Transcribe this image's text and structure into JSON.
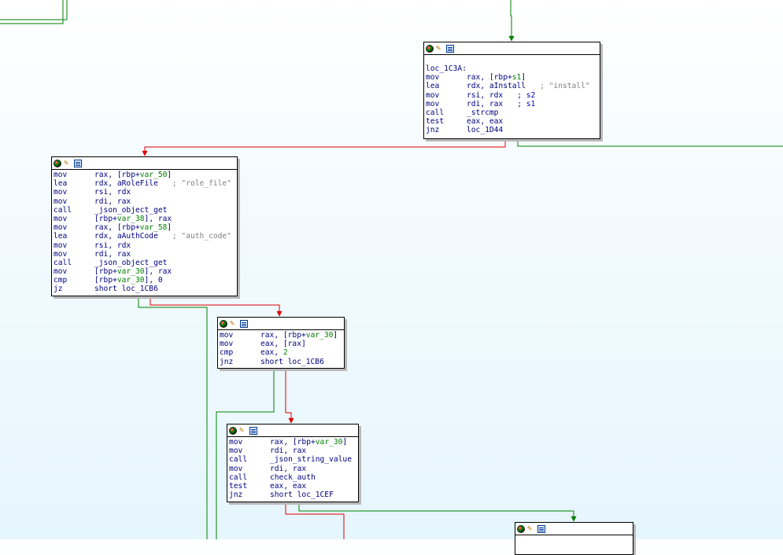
{
  "blocks": [
    {
      "id": "loc_1C3A",
      "label": "loc_1C3A:",
      "lines": [
        {
          "m": "mov",
          "o": [
            [
              "rax, [rbp+",
              ""
            ],
            [
              "s1",
              "v"
            ],
            [
              "]",
              ""
            ]
          ],
          "c": ""
        },
        {
          "m": "lea",
          "o": [
            [
              "rdx, aInstall",
              ""
            ]
          ],
          "c": "; \"install\""
        },
        {
          "m": "mov",
          "o": [
            [
              "rsi, rdx",
              ""
            ]
          ],
          "c": "; s2",
          "cblue": true
        },
        {
          "m": "mov",
          "o": [
            [
              "rdi, rax",
              ""
            ]
          ],
          "c": "; s1",
          "cblue": true
        },
        {
          "m": "call",
          "o": [
            [
              "_strcmp",
              ""
            ]
          ],
          "c": ""
        },
        {
          "m": "test",
          "o": [
            [
              "eax, eax",
              ""
            ]
          ],
          "c": ""
        },
        {
          "m": "jnz",
          "o": [
            [
              "loc_1D44",
              ""
            ]
          ],
          "c": ""
        }
      ]
    },
    {
      "id": "block_role_file",
      "label": "",
      "lines": [
        {
          "m": "mov",
          "o": [
            [
              "rax, [rbp+",
              ""
            ],
            [
              "var_50",
              "v"
            ],
            [
              "]",
              ""
            ]
          ],
          "c": ""
        },
        {
          "m": "lea",
          "o": [
            [
              "rdx, aRoleFile",
              ""
            ]
          ],
          "c": "; \"role_file\""
        },
        {
          "m": "mov",
          "o": [
            [
              "rsi, rdx",
              ""
            ]
          ],
          "c": ""
        },
        {
          "m": "mov",
          "o": [
            [
              "rdi, rax",
              ""
            ]
          ],
          "c": ""
        },
        {
          "m": "call",
          "o": [
            [
              "_json_object_get",
              ""
            ]
          ],
          "c": ""
        },
        {
          "m": "mov",
          "o": [
            [
              "[rbp+",
              ""
            ],
            [
              "var_38",
              "v"
            ],
            [
              "], rax",
              ""
            ]
          ],
          "c": ""
        },
        {
          "m": "mov",
          "o": [
            [
              "rax, [rbp+",
              ""
            ],
            [
              "var_58",
              "v"
            ],
            [
              "]",
              ""
            ]
          ],
          "c": ""
        },
        {
          "m": "lea",
          "o": [
            [
              "rdx, aAuthCode",
              ""
            ]
          ],
          "c": "; \"auth_code\""
        },
        {
          "m": "mov",
          "o": [
            [
              "rsi, rdx",
              ""
            ]
          ],
          "c": ""
        },
        {
          "m": "mov",
          "o": [
            [
              "rdi, rax",
              ""
            ]
          ],
          "c": ""
        },
        {
          "m": "call",
          "o": [
            [
              "_json_object_get",
              ""
            ]
          ],
          "c": ""
        },
        {
          "m": "mov",
          "o": [
            [
              "[rbp+",
              ""
            ],
            [
              "var_30",
              "v"
            ],
            [
              "], rax",
              ""
            ]
          ],
          "c": ""
        },
        {
          "m": "cmp",
          "o": [
            [
              "[rbp+",
              ""
            ],
            [
              "var_30",
              "v"
            ],
            [
              "], 0",
              ""
            ]
          ],
          "c": ""
        },
        {
          "m": "jz",
          "o": [
            [
              "short loc_1CB6",
              ""
            ]
          ],
          "c": ""
        }
      ]
    },
    {
      "id": "block_cmp2",
      "label": "",
      "lines": [
        {
          "m": "mov",
          "o": [
            [
              "rax, [rbp+",
              ""
            ],
            [
              "var_30",
              "v"
            ],
            [
              "]",
              ""
            ]
          ],
          "c": ""
        },
        {
          "m": "mov",
          "o": [
            [
              "eax, [rax]",
              ""
            ]
          ],
          "c": ""
        },
        {
          "m": "cmp",
          "o": [
            [
              "eax, ",
              ""
            ],
            [
              "2",
              "v"
            ]
          ],
          "c": ""
        },
        {
          "m": "jnz",
          "o": [
            [
              "short loc_1CB6",
              ""
            ]
          ],
          "c": ""
        }
      ]
    },
    {
      "id": "block_check_auth",
      "label": "",
      "lines": [
        {
          "m": "mov",
          "o": [
            [
              "rax, [rbp+",
              ""
            ],
            [
              "var_30",
              "v"
            ],
            [
              "]",
              ""
            ]
          ],
          "c": ""
        },
        {
          "m": "mov",
          "o": [
            [
              "rdi, rax",
              ""
            ]
          ],
          "c": ""
        },
        {
          "m": "call",
          "o": [
            [
              "_json_string_value",
              ""
            ]
          ],
          "c": ""
        },
        {
          "m": "mov",
          "o": [
            [
              "rdi, rax",
              ""
            ]
          ],
          "c": ""
        },
        {
          "m": "call",
          "o": [
            [
              "check_auth",
              ""
            ]
          ],
          "c": ""
        },
        {
          "m": "test",
          "o": [
            [
              "eax, eax",
              ""
            ]
          ],
          "c": ""
        },
        {
          "m": "jnz",
          "o": [
            [
              "short loc_1CEF",
              ""
            ]
          ],
          "c": ""
        }
      ]
    },
    {
      "id": "block_partial",
      "label": "",
      "lines": []
    }
  ],
  "header_icons": [
    "graph-icon",
    "edit-icon",
    "xref-icon"
  ],
  "colors": {
    "true_edge": "#008000",
    "false_edge": "#ff0000",
    "unconditional_edge": "#0000ff",
    "var": "#008000",
    "code": "#000080",
    "comment": "#808080"
  }
}
